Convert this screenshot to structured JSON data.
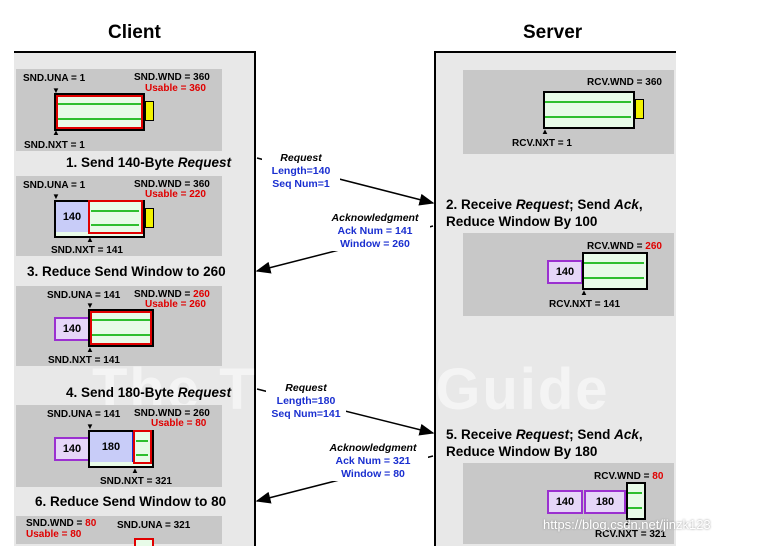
{
  "headers": {
    "client": "Client",
    "server": "Server"
  },
  "client_panel1": {
    "una": "SND.UNA = 1",
    "wnd": "SND.WND = 360",
    "usable": "Usable = 360",
    "nxt": "SND.NXT = 1"
  },
  "step1": {
    "text": "1. Send 140-Byte ",
    "em": "Request"
  },
  "client_panel2": {
    "una": "SND.UNA = 1",
    "wnd": "SND.WND = 360",
    "usable": "Usable = 220",
    "seg": "140",
    "nxt": "SND.NXT = 141"
  },
  "step3": {
    "text": "3. Reduce Send Window to 260"
  },
  "client_panel3": {
    "una": "SND.UNA = 141",
    "wnd_a": "SND.WND = ",
    "wnd_b": "260",
    "usable": "Usable = 260",
    "seg": "140",
    "nxt": "SND.NXT = 141"
  },
  "step4": {
    "text": "4. Send 180-Byte ",
    "em": "Request"
  },
  "client_panel4": {
    "una": "SND.UNA = 141",
    "wnd": "SND.WND = 260",
    "usable": "Usable = 80",
    "seg1": "140",
    "seg2": "180",
    "nxt": "SND.NXT = 321"
  },
  "step6": {
    "text": "6. Reduce Send Window to 80"
  },
  "client_panel5": {
    "wnd_a": "SND.WND = ",
    "wnd_b": "80",
    "usable": "Usable = 80",
    "una": "SND.UNA = 321"
  },
  "server_panel1": {
    "wnd": "RCV.WND = 360",
    "nxt": "RCV.NXT = 1"
  },
  "step2": {
    "a": "2. Receive ",
    "em1": "Request",
    "b": "; Send ",
    "em2": "Ack",
    "c": ",",
    "line2": "Reduce Window By 100"
  },
  "server_panel2": {
    "wnd_a": "RCV.WND = ",
    "wnd_b": "260",
    "seg": "140",
    "nxt": "RCV.NXT = 141"
  },
  "step5": {
    "a": "5. Receive ",
    "em1": "Request",
    "b": "; Send ",
    "em2": "Ack",
    "c": ",",
    "line2": "Reduce Window By 180"
  },
  "server_panel3": {
    "wnd_a": "RCV.WND = ",
    "wnd_b": "80",
    "seg1": "140",
    "seg2": "180",
    "nxt": "RCV.NXT = 321"
  },
  "msg1": {
    "title": "Request",
    "l1": "Length=140",
    "l2": "Seq Num=1"
  },
  "ack1": {
    "title": "Acknowledgment",
    "l1": "Ack Num = 141",
    "l2": "Window = 260"
  },
  "msg2": {
    "title": "Request",
    "l1": "Length=180",
    "l2": "Seq Num=141"
  },
  "ack2": {
    "title": "Acknowledgment",
    "l1": "Ack Num = 321",
    "l2": "Window = 80"
  },
  "watermark": "The TCP/IP Guide",
  "footer": "https://blog.csdn.net/jinzk123",
  "colors": {
    "red": "#e00000",
    "blue": "#1a2fd0",
    "green": "#2fbf2f",
    "yellow": "#f2f200",
    "purple": "#9b30d0",
    "lightblue": "#c8ccf8",
    "lightgreen": "#e8fbe8",
    "lavender": "#e6d6f8"
  }
}
